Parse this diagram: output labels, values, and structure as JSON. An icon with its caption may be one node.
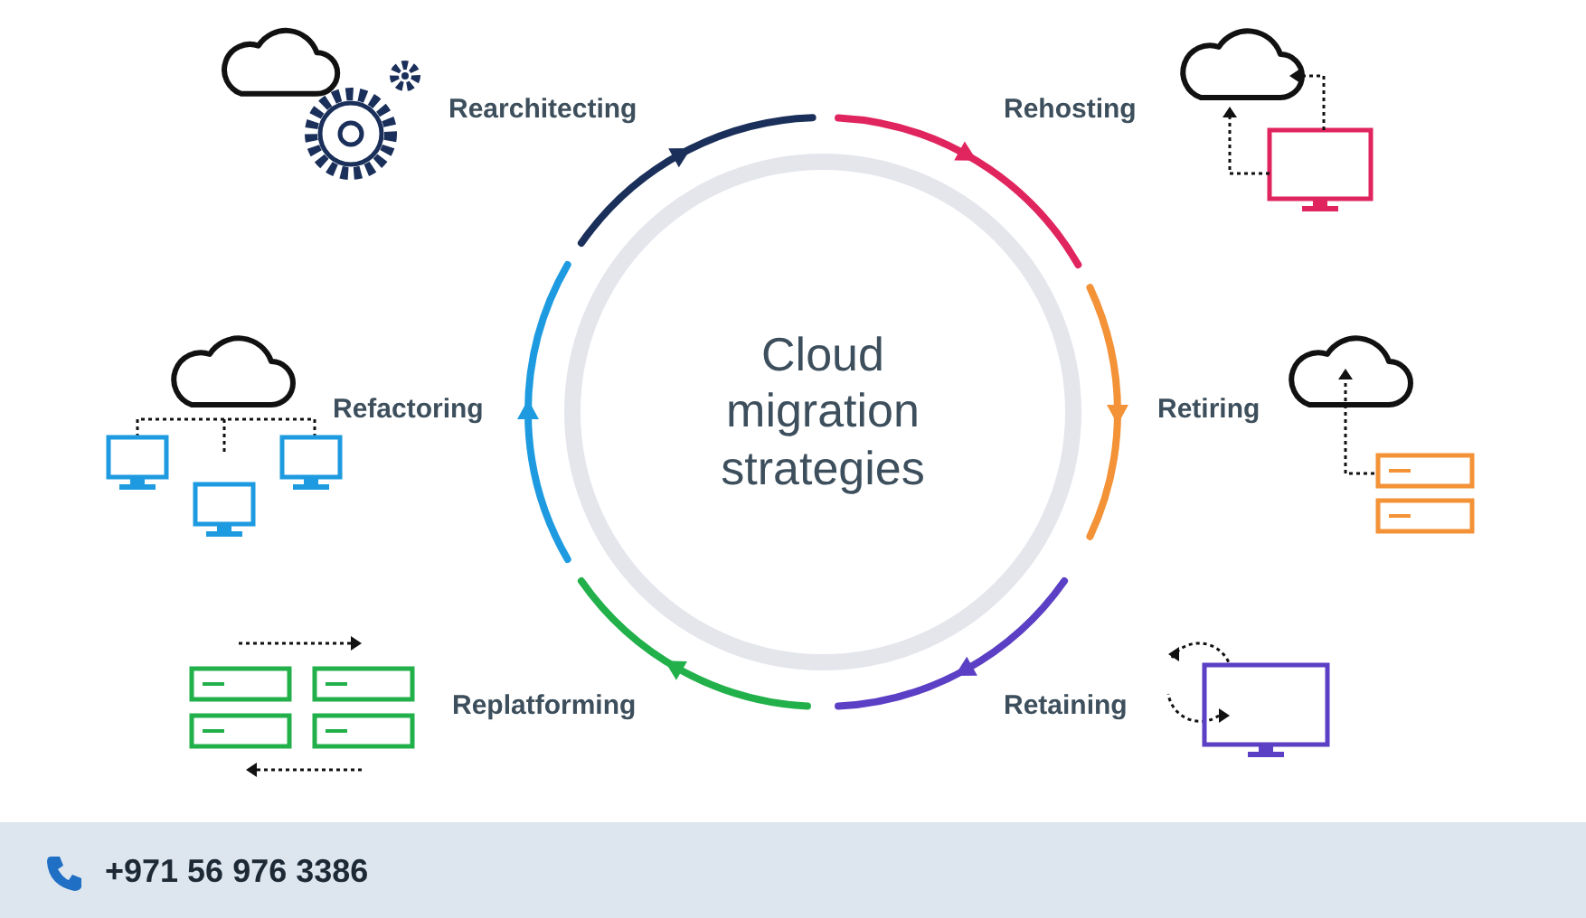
{
  "diagram": {
    "nodes": [
      {
        "text": [
          "Cloud migration strategies"
        ]
      }
    ],
    "labels": [
      "Rearchitecting",
      "Rehosting",
      "Refactoring",
      "Retiring",
      "Replatforming",
      "Retaining",
      "+971 56 976 3386"
    ]
  }
}
